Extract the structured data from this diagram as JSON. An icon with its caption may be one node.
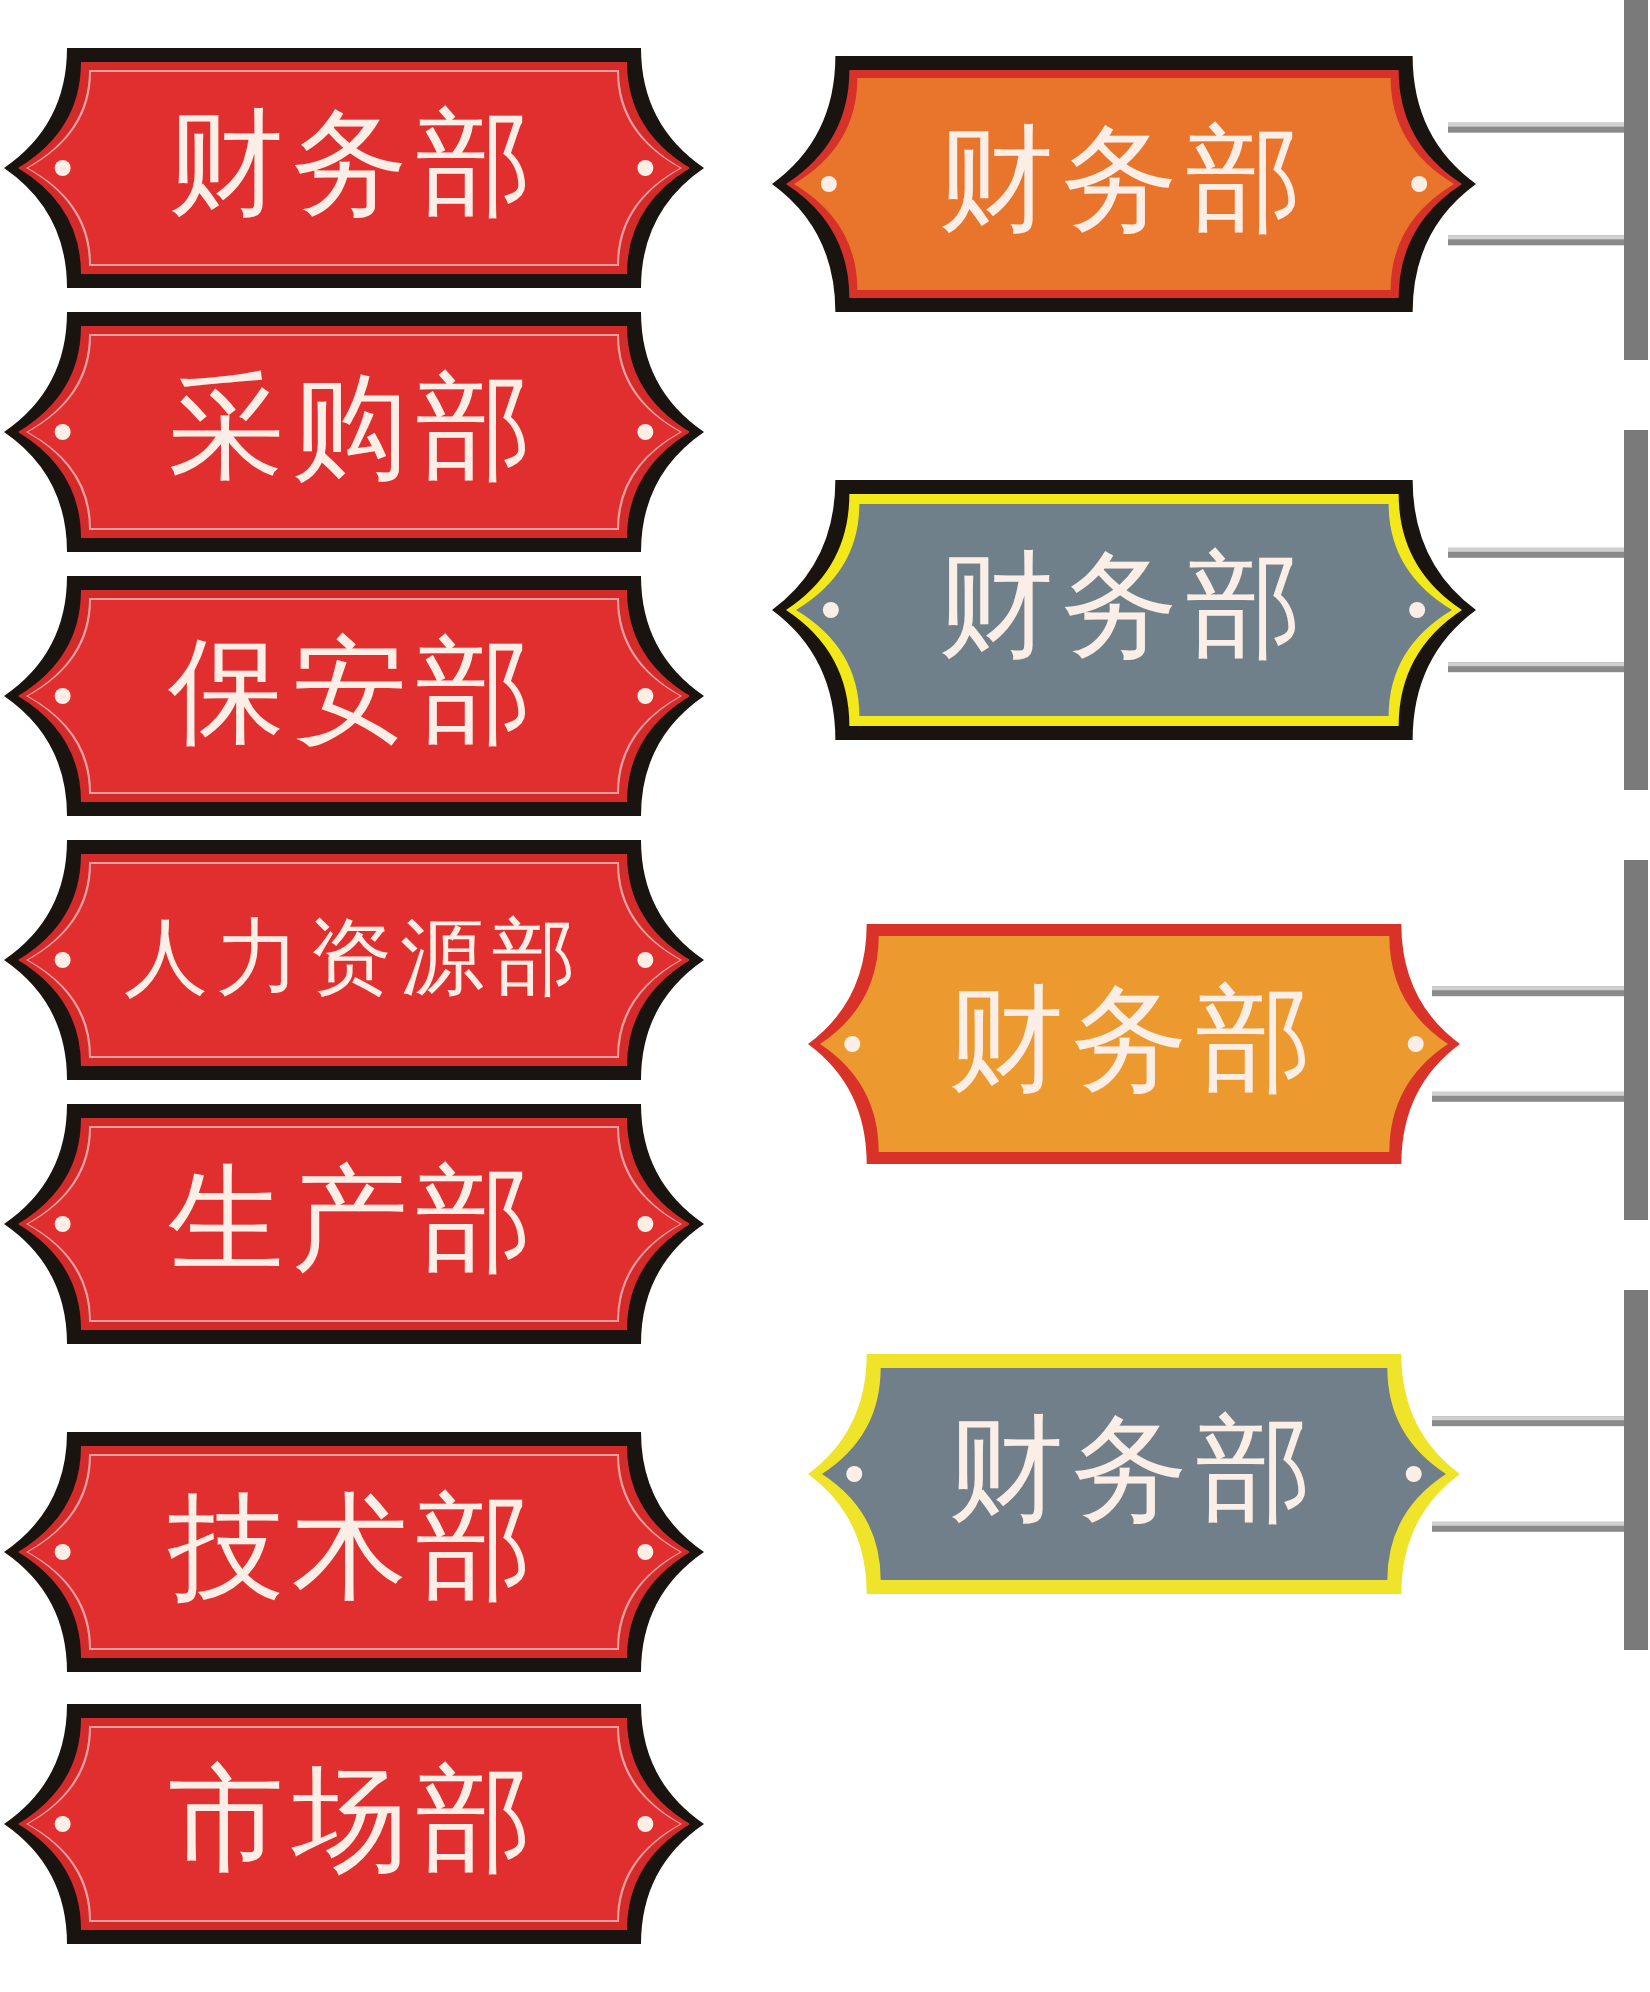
{
  "diagram": {
    "nodes": [
      {
        "text": [
          "财务部"
        ]
      },
      {
        "text": [
          "采购部"
        ]
      },
      {
        "text": [
          "保安部"
        ]
      },
      {
        "text": [
          "人力资源部"
        ]
      },
      {
        "text": [
          "生产部"
        ]
      },
      {
        "text": [
          "技术部"
        ]
      },
      {
        "text": [
          "市场部"
        ]
      },
      {
        "text": [
          "财务部"
        ]
      },
      {
        "text": [
          "财务部"
        ]
      },
      {
        "text": [
          "财务部"
        ]
      },
      {
        "text": [
          "财务部"
        ]
      }
    ]
  }
}
